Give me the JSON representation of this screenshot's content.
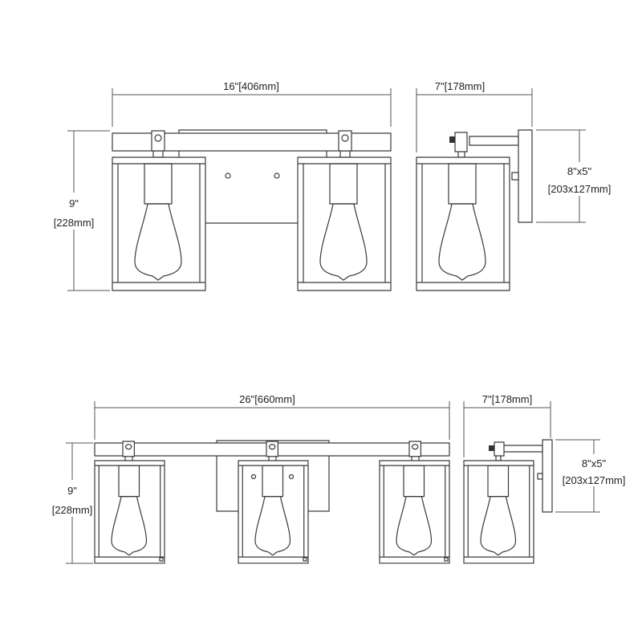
{
  "top_drawing": {
    "front_width": "16\"[406mm]",
    "height_in": "9\"",
    "height_mm": "[228mm]",
    "side_depth": "7\"[178mm]",
    "backplate_in": "8\"x5\"",
    "backplate_mm": "[203x127mm]"
  },
  "bottom_drawing": {
    "front_width": "26\"[660mm]",
    "height_in": "9\"",
    "height_mm": "[228mm]",
    "side_depth": "7\"[178mm]",
    "backplate_in": "8\"x5\"",
    "backplate_mm": "[203x127mm]"
  },
  "colors": {
    "line": "#3a3a3a",
    "background": "#ffffff"
  }
}
